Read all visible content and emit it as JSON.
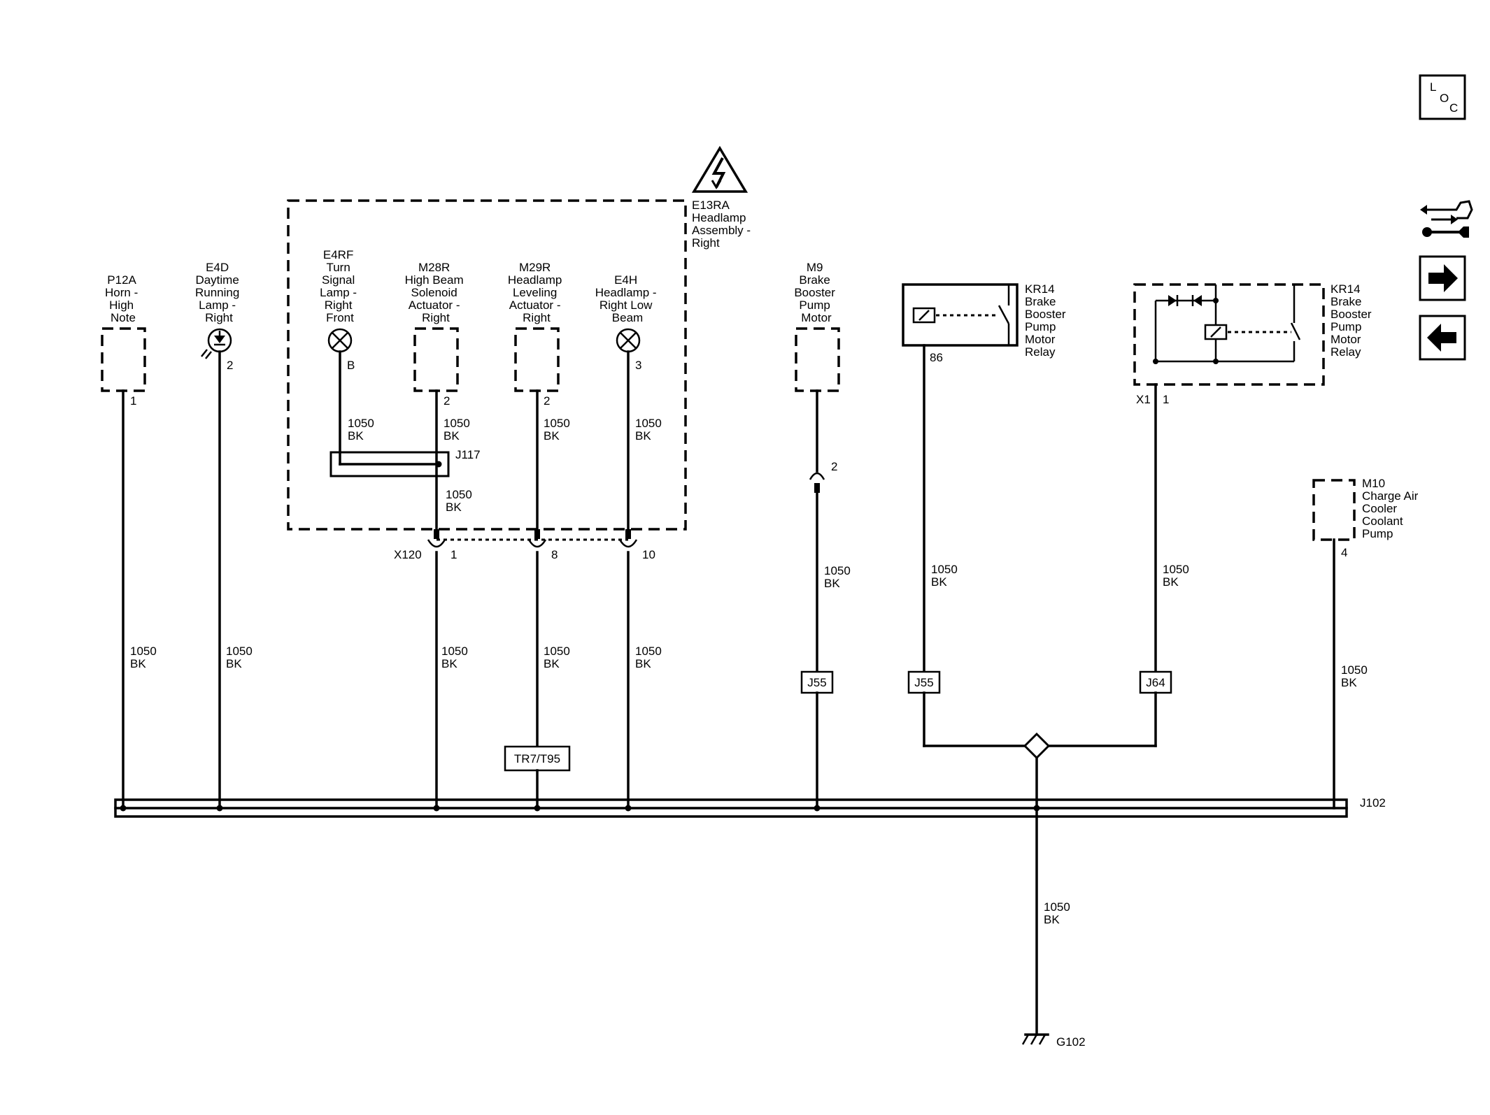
{
  "assembly": {
    "lines": [
      "E13RA",
      "Headlamp",
      "Assembly -",
      "Right"
    ]
  },
  "components": {
    "p12a": {
      "lines": [
        "P12A",
        "Horn -",
        "High",
        "Note"
      ],
      "pin": "1"
    },
    "e4d": {
      "lines": [
        "E4D",
        "Daytime",
        "Running",
        "Lamp -",
        "Right"
      ],
      "pin": "2"
    },
    "e4rf": {
      "lines": [
        "E4RF",
        "Turn",
        "Signal",
        "Lamp -",
        "Right",
        "Front"
      ],
      "pin": "B"
    },
    "m28r": {
      "lines": [
        "M28R",
        "High Beam",
        "Solenoid",
        "Actuator -",
        "Right"
      ],
      "pin": "2"
    },
    "m29r": {
      "lines": [
        "M29R",
        "Headlamp",
        "Leveling",
        "Actuator -",
        "Right"
      ],
      "pin": "2"
    },
    "e4h": {
      "lines": [
        "E4H",
        "Headlamp -",
        "Right Low",
        "Beam"
      ],
      "pin": "3"
    },
    "m9": {
      "lines": [
        "M9",
        "Brake",
        "Booster",
        "Pump",
        "Motor"
      ],
      "pin": "2"
    },
    "kr14a": {
      "lines": [
        "KR14",
        "Brake",
        "Booster",
        "Pump",
        "Motor",
        "Relay"
      ],
      "pin": "86"
    },
    "kr14b": {
      "lines": [
        "KR14",
        "Brake",
        "Booster",
        "Pump",
        "Motor",
        "Relay"
      ],
      "connector": "X1",
      "pin": "1"
    },
    "m10": {
      "lines": [
        "M10",
        "Charge Air",
        "Cooler",
        "Coolant",
        "Pump"
      ],
      "pin": "4"
    }
  },
  "wire": {
    "gauge": "1050",
    "color": "BK"
  },
  "splices": {
    "j117": "J117",
    "j102": "J102",
    "j55a": "J55",
    "j55b": "J55",
    "j64": "J64"
  },
  "connector": {
    "x120": "X120",
    "pin1": "1",
    "pin8": "8",
    "pin10": "10"
  },
  "tr_label": "TR7/T95",
  "ground": "G102",
  "nav": {
    "loc_letters": [
      "L",
      "O",
      "C"
    ],
    "icons": [
      "loc-icon",
      "connector-repair-icon",
      "next-arrow-icon",
      "previous-arrow-icon"
    ]
  }
}
